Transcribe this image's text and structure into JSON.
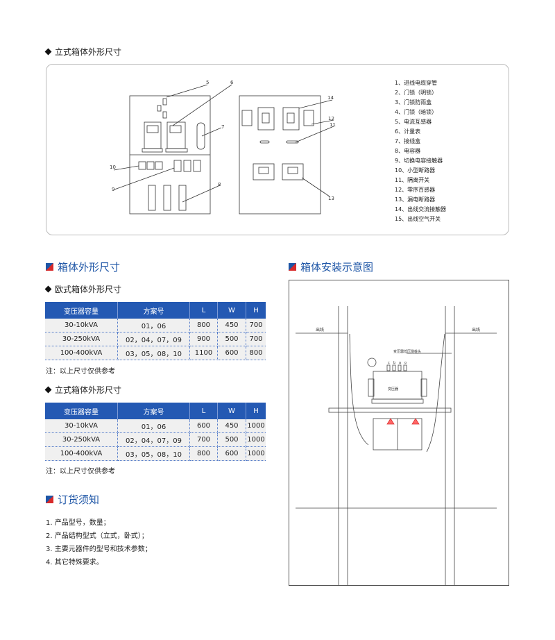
{
  "section1": {
    "title": "立式箱体外形尺寸"
  },
  "drawing": {
    "callouts": [
      "5",
      "6",
      "7",
      "8",
      "9",
      "10",
      "11",
      "12",
      "13",
      "14"
    ],
    "legend": [
      "1、进线电缆穿管",
      "2、门锁（明锁）",
      "3、门锁防雨盒",
      "4、门锁（暗锁）",
      "5、电流互感器",
      "6、计量表",
      "7、接线盒",
      "8、电容器",
      "9、切换电容接触器",
      "10、小型断路器",
      "11、隔离开关",
      "12、零序百感器",
      "13、漏电断路器",
      "14、出线交流接触器",
      "15、出线空气开关"
    ]
  },
  "dims": {
    "title": "箱体外形尺寸",
    "tables": [
      {
        "title": "欧式箱体外形尺寸",
        "headers": [
          "变压器容量",
          "方案号",
          "L",
          "W",
          "H"
        ],
        "rows": [
          [
            "30-10kVA",
            "01，06",
            "800",
            "450",
            "700"
          ],
          [
            "30-250kVA",
            "02，04，07，09",
            "900",
            "500",
            "700"
          ],
          [
            "100-400kVA",
            "03，05，08，10",
            "1100",
            "600",
            "800"
          ]
        ],
        "note": "注：以上尺寸仅供参考"
      },
      {
        "title": "立式箱体外形尺寸",
        "headers": [
          "变压器容量",
          "方案号",
          "L",
          "W",
          "H"
        ],
        "rows": [
          [
            "30-10kVA",
            "01，06",
            "600",
            "450",
            "1000"
          ],
          [
            "30-250kVA",
            "02，04，07，09",
            "700",
            "500",
            "1000"
          ],
          [
            "100-400kVA",
            "03，05，08，10",
            "800",
            "600",
            "1000"
          ]
        ],
        "note": "注：以上尺寸仅供参考"
      }
    ]
  },
  "install": {
    "title": "箱体安装示意图",
    "outlet_left": "出线",
    "outlet_right": "出线",
    "terminal_label": "变压器低压侧桩头",
    "transformer": "变压器",
    "phases": [
      "c",
      "b",
      "a",
      "o"
    ]
  },
  "order": {
    "title": "订货须知",
    "items": [
      "1. 产品型号，数量；",
      "2. 产品结构型式（立式，卧式）；",
      "3. 主要元器件的型号和技术参数；",
      "4. 其它特殊要求。"
    ]
  }
}
